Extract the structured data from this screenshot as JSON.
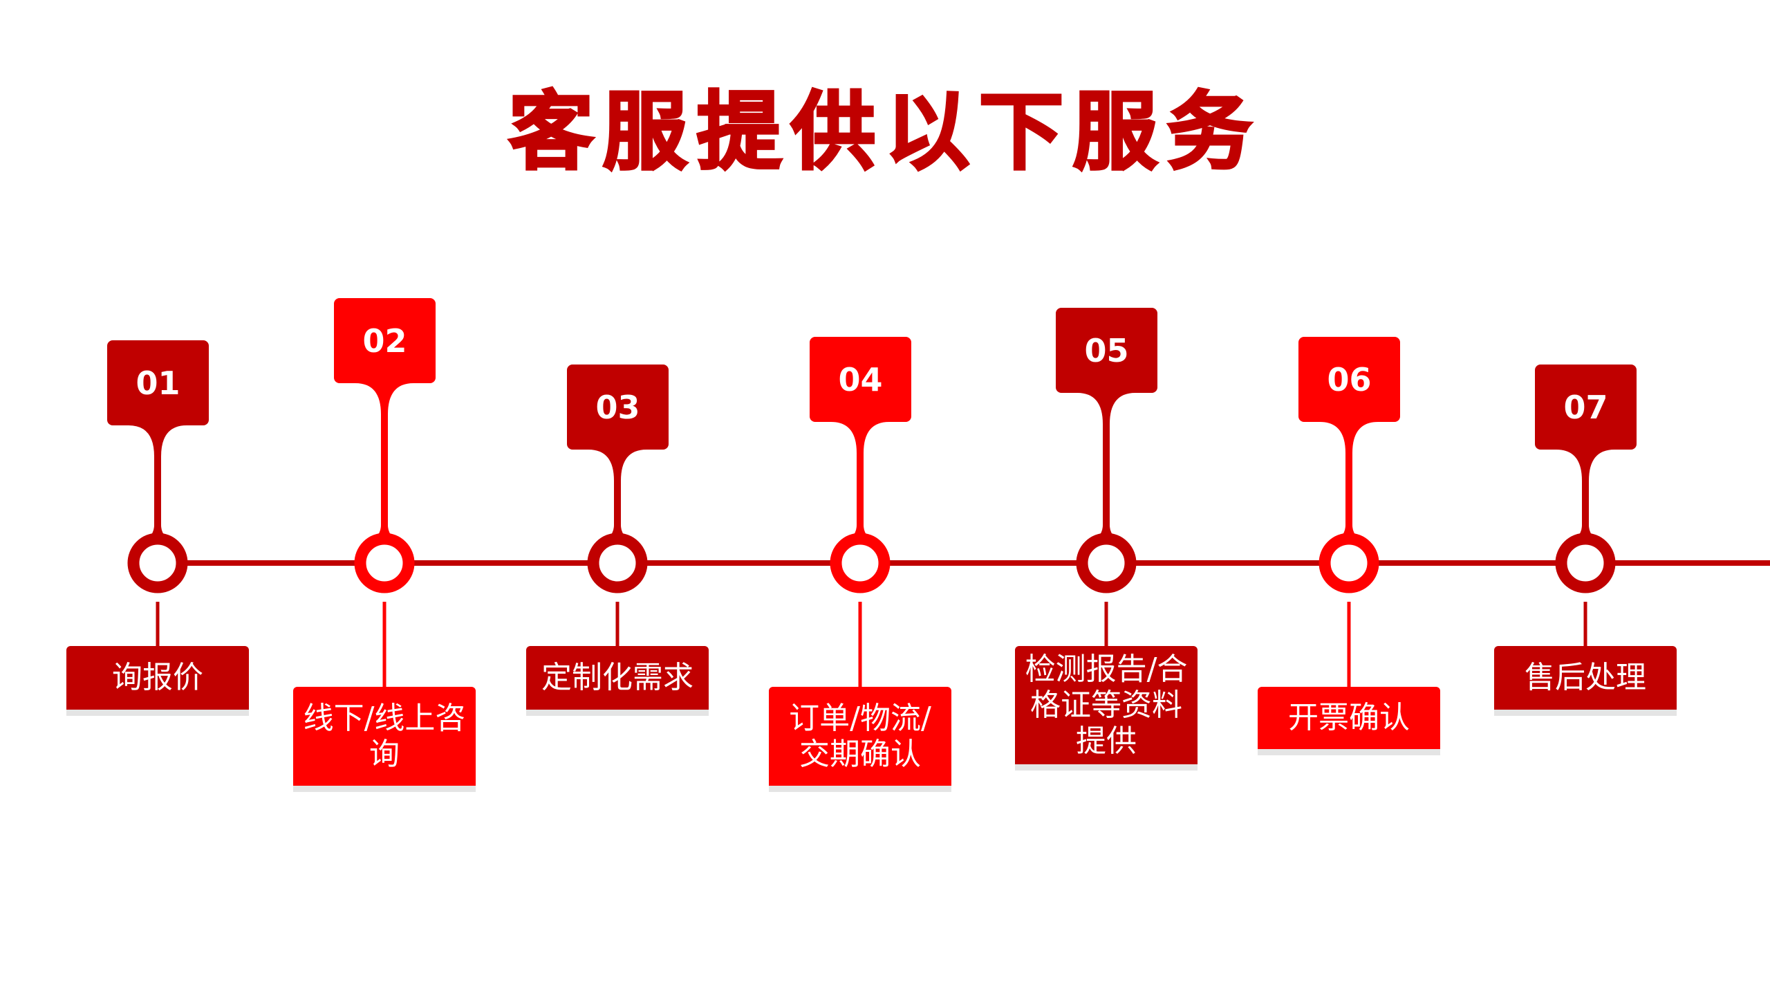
{
  "title": "客服提供以下服务",
  "colors": {
    "dark": "#C00000",
    "bright": "#FF0000",
    "shadow": "#E4E4E4"
  },
  "steps": [
    {
      "number": "01",
      "label": "询报价",
      "tone": "dark"
    },
    {
      "number": "02",
      "label": "线下/线上咨询",
      "tone": "bright"
    },
    {
      "number": "03",
      "label": "定制化需求",
      "tone": "dark"
    },
    {
      "number": "04",
      "label": "订单/物流/交期确认",
      "tone": "bright"
    },
    {
      "number": "05",
      "label": "检测报告/合格证等资料提供",
      "tone": "dark"
    },
    {
      "number": "06",
      "label": "开票确认",
      "tone": "bright"
    },
    {
      "number": "07",
      "label": "售后处理",
      "tone": "dark"
    }
  ]
}
